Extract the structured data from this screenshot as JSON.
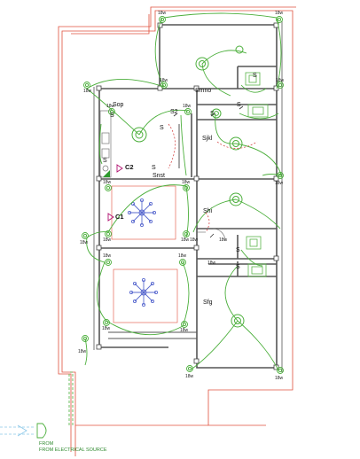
{
  "labels": {
    "sop": "Sop",
    "s2": "S2",
    "smno": "Smno",
    "sjkl": "Sjkl",
    "c2": "C2",
    "snst": "Snst",
    "shi": "Shi",
    "c1": "C1",
    "sfg": "Sfg",
    "s": "S"
  },
  "fixture_rating": "18w",
  "source_label": {
    "line1": "FROM",
    "line2": "FROM ELECTRICAL SOURCE"
  },
  "colors": {
    "boundary": "#e0503c",
    "wiring": "#4caf3c",
    "wall": "#555555",
    "accent": "#b01070",
    "fixture": "#5a6acf"
  }
}
